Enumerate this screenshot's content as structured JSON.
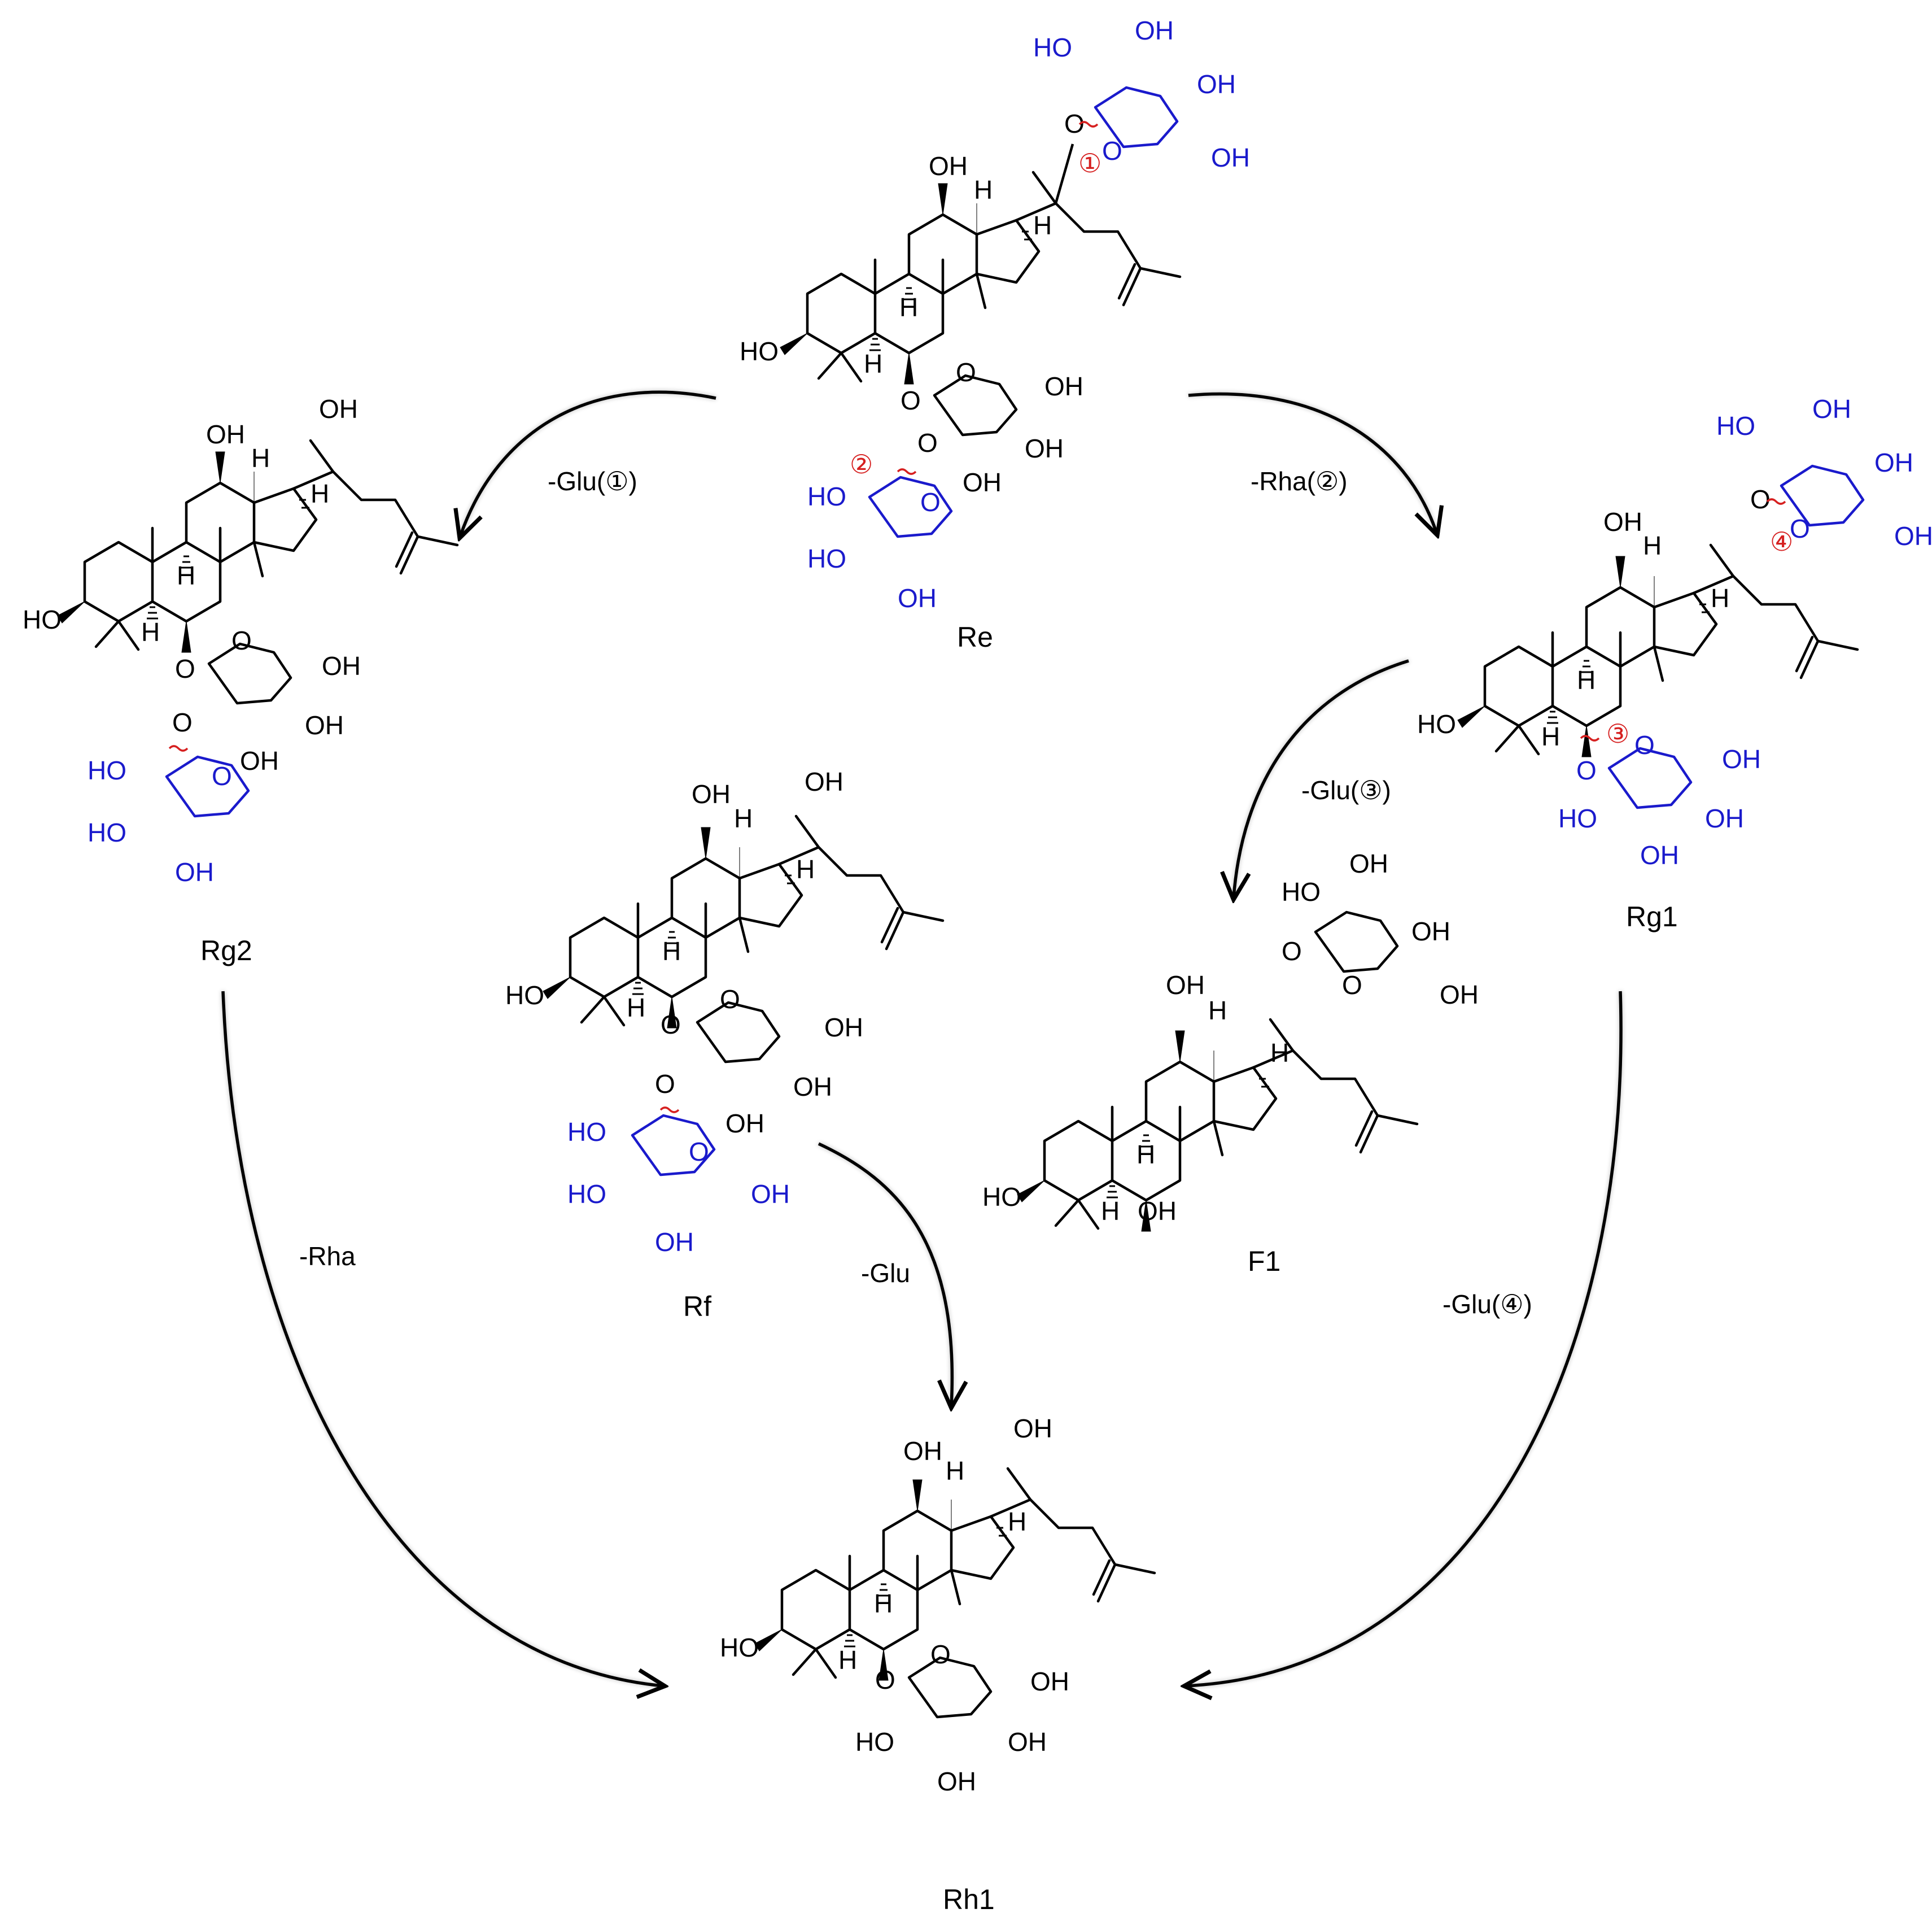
{
  "colors": {
    "aglycone": "#000000",
    "sugar_highlight": "#1a1acc",
    "cleavage": "#d62020",
    "arrow": "#000000"
  },
  "compounds": [
    {
      "id": "Re",
      "label": "Re"
    },
    {
      "id": "Rg2",
      "label": "Rg2"
    },
    {
      "id": "Rg1",
      "label": "Rg1"
    },
    {
      "id": "Rf",
      "label": "Rf"
    },
    {
      "id": "F1",
      "label": "F1"
    },
    {
      "id": "Rh1",
      "label": "Rh1"
    }
  ],
  "reactions": [
    {
      "from": "Re",
      "to": "Rg2",
      "label": "-Glu(①)"
    },
    {
      "from": "Re",
      "to": "Rg1",
      "label": "-Rha(②)"
    },
    {
      "from": "Rg1",
      "to": "F1",
      "label": "-Glu(③)"
    },
    {
      "from": "Rg2",
      "to": "Rh1",
      "label": "-Rha"
    },
    {
      "from": "Rf",
      "to": "Rh1",
      "label": "-Glu"
    },
    {
      "from": "Rg1",
      "to": "Rh1",
      "label": "-Glu(④)"
    }
  ],
  "cleavage_markers": [
    "①",
    "②",
    "③",
    "④"
  ],
  "atoms": {
    "OH": "OH",
    "HO": "HO",
    "O": "O",
    "H": "H"
  }
}
